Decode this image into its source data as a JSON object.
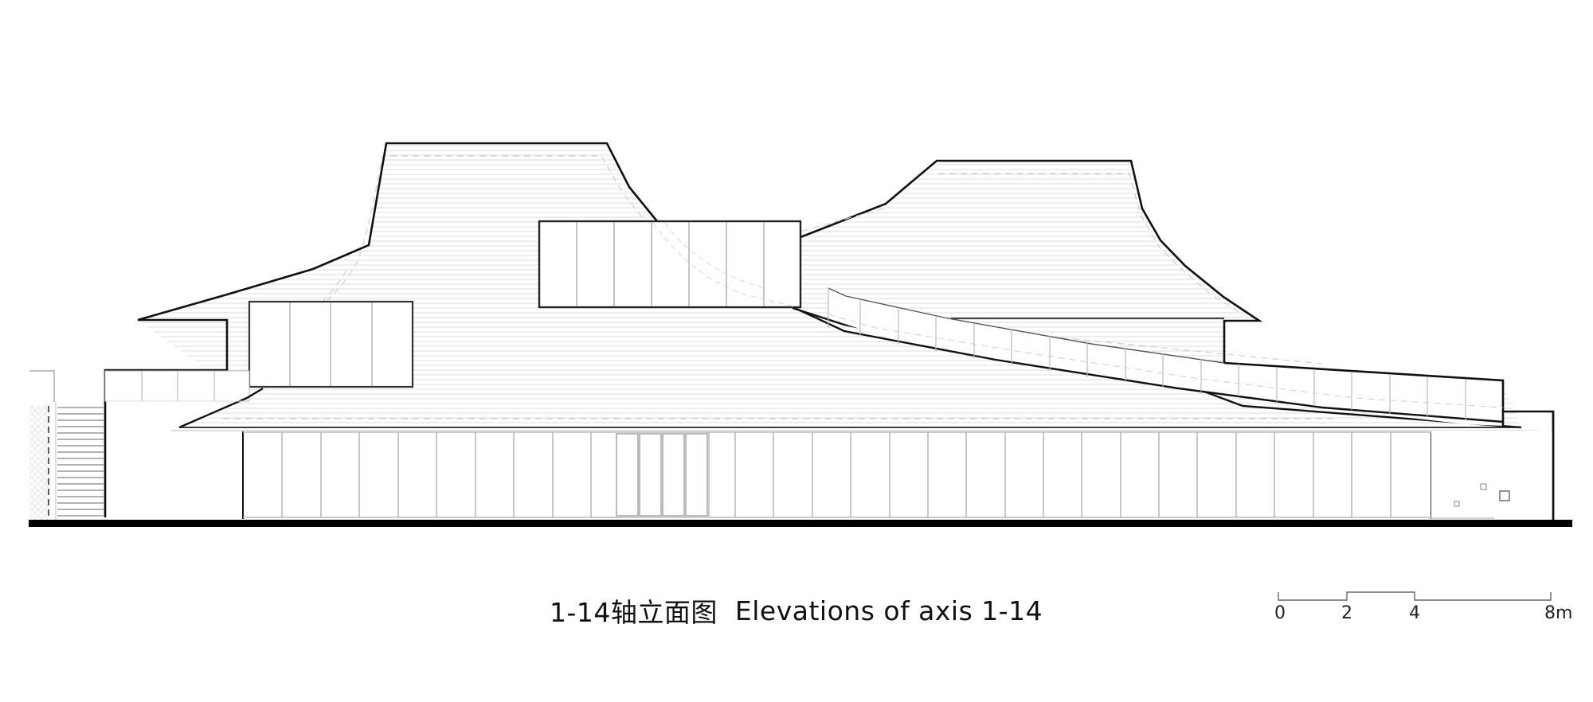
{
  "drawing": {
    "type": "architectural-elevation",
    "title_cn": "1-14轴立面图",
    "title_en": "Elevations of axis 1-14",
    "line_color": "#111111",
    "hatch_color": "#d8d8d8",
    "glass_line_color": "#aaaaaa",
    "ground_color": "#000000"
  },
  "scale_bar": {
    "labels": [
      "0",
      "2",
      "4",
      "8m"
    ],
    "units": "m",
    "ticks_m": [
      0,
      2,
      4,
      8
    ]
  },
  "elements": {
    "left_roof_volume": "Left pitched roof volume with flat top",
    "right_roof_volume": "Right pitched roof volume with flat top",
    "upper_glass_box": "Central cantilevered glazed box (7 panels)",
    "left_glass_box": "Left glazed box (4 panels)",
    "ramp_glazing": "Sloping glazed band (ramp)",
    "ground_curtain_wall": "Ground floor curtain wall glazing",
    "entrance_doors": "Entrance doors (4 leaves)",
    "right_wall_windows": "Small square windows on right wall (3)",
    "left_stair": "Exterior stair at left",
    "ground_line": "Ground line"
  }
}
